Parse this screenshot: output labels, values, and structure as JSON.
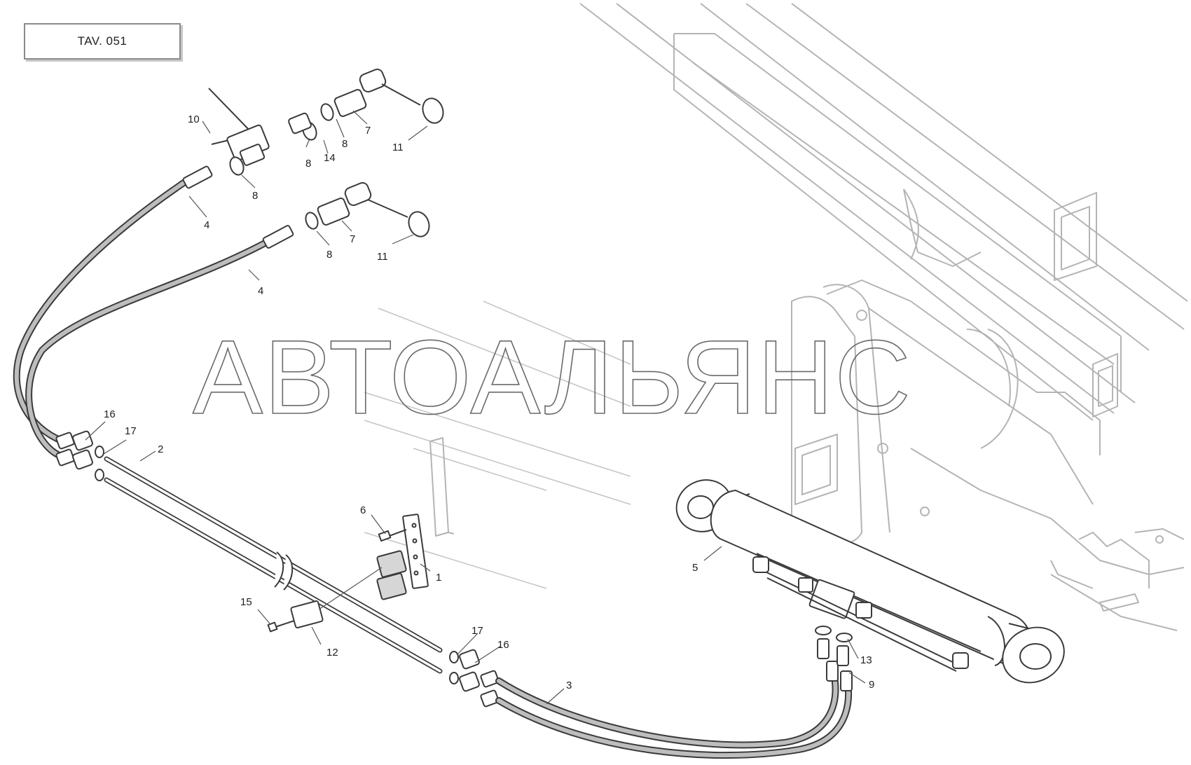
{
  "sheet_label": "TAV. 051",
  "watermark": "АВТОАЛЬЯНС",
  "callouts": [
    {
      "id": "c10",
      "text": "10"
    },
    {
      "id": "c8a",
      "text": "8"
    },
    {
      "id": "c14",
      "text": "14"
    },
    {
      "id": "c8b",
      "text": "8"
    },
    {
      "id": "c7a",
      "text": "7"
    },
    {
      "id": "c11a",
      "text": "11"
    },
    {
      "id": "c8c",
      "text": "8"
    },
    {
      "id": "c4a",
      "text": "4"
    },
    {
      "id": "c8d",
      "text": "8"
    },
    {
      "id": "c7b",
      "text": "7"
    },
    {
      "id": "c11b",
      "text": "11"
    },
    {
      "id": "c4b",
      "text": "4"
    },
    {
      "id": "c16a",
      "text": "16"
    },
    {
      "id": "c17a",
      "text": "17"
    },
    {
      "id": "c2",
      "text": "2"
    },
    {
      "id": "c6",
      "text": "6"
    },
    {
      "id": "c1",
      "text": "1"
    },
    {
      "id": "c15",
      "text": "15"
    },
    {
      "id": "c12",
      "text": "12"
    },
    {
      "id": "c17b",
      "text": "17"
    },
    {
      "id": "c16b",
      "text": "16"
    },
    {
      "id": "c3",
      "text": "3"
    },
    {
      "id": "c5",
      "text": "5"
    },
    {
      "id": "c13",
      "text": "13"
    },
    {
      "id": "c9",
      "text": "9"
    }
  ]
}
